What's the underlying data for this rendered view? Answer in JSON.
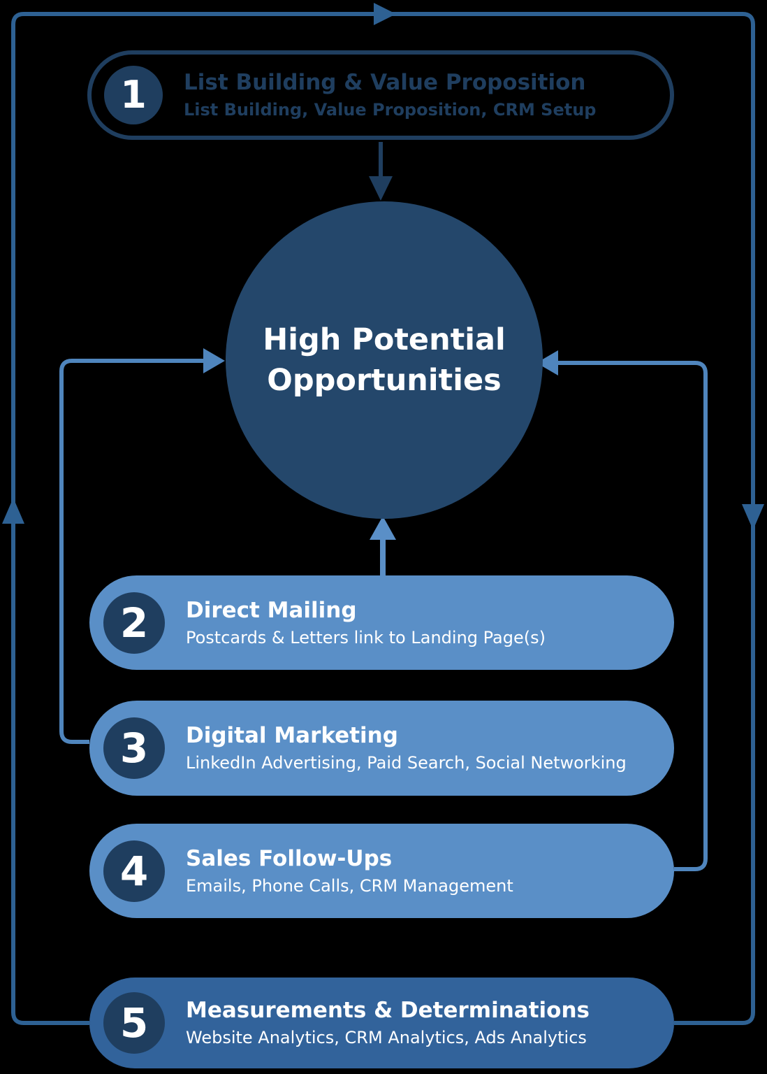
{
  "colors": {
    "background": "#000000",
    "navy": "#1f3e5f",
    "hub_fill": "#24476b",
    "pill_blue": "#5a8fc7",
    "pill5_blue": "#32639b",
    "outer_line": "#2e6193",
    "inner_line": "#4f85bd",
    "white": "#ffffff"
  },
  "hub": {
    "line1": "High Potential",
    "line2": "Opportunities"
  },
  "steps": [
    {
      "number": "1",
      "title": "List Building & Value Proposition",
      "subtitle": "List Building, Value Proposition, CRM Setup"
    },
    {
      "number": "2",
      "title": "Direct Mailing",
      "subtitle": "Postcards & Letters link to Landing Page(s)"
    },
    {
      "number": "3",
      "title": "Digital Marketing",
      "subtitle": "LinkedIn Advertising, Paid Search, Social Networking"
    },
    {
      "number": "4",
      "title": "Sales Follow-Ups",
      "subtitle": "Emails, Phone Calls, CRM Management"
    },
    {
      "number": "5",
      "title": "Measurements & Determinations",
      "subtitle": "Website Analytics, CRM Analytics, Ads Analytics"
    }
  ]
}
